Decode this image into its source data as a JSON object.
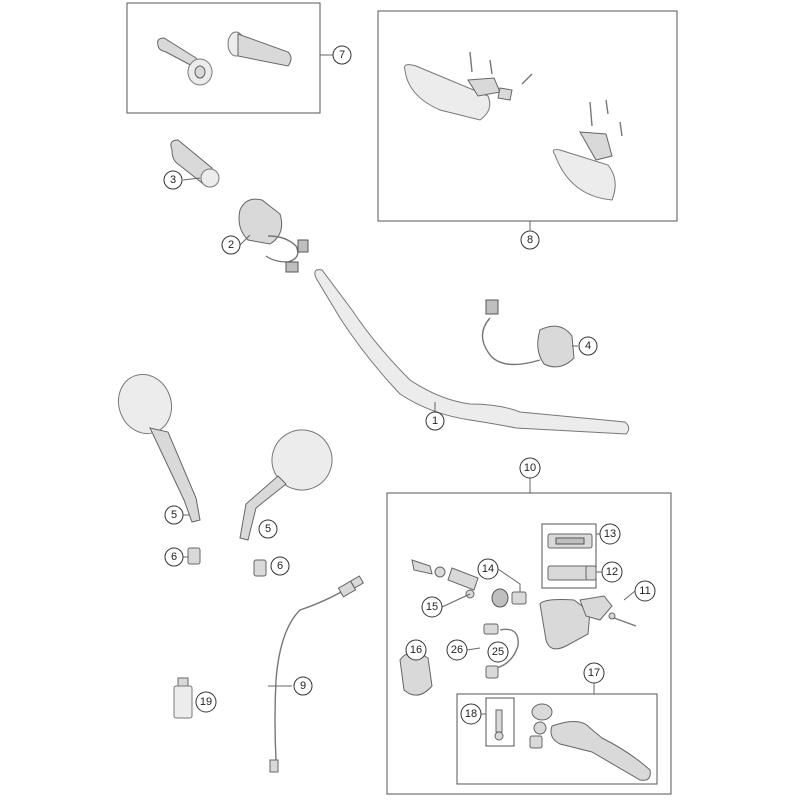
{
  "callouts": {
    "c1": "1",
    "c2": "2",
    "c3": "3",
    "c4": "4",
    "c5a": "5",
    "c5b": "5",
    "c6a": "6",
    "c6b": "6",
    "c7": "7",
    "c8": "8",
    "c9": "9",
    "c10": "10",
    "c11": "11",
    "c12": "12",
    "c13": "13",
    "c14": "14",
    "c15": "15",
    "c16": "16",
    "c17": "17",
    "c18": "18",
    "c19": "19",
    "c25": "25",
    "c26": "26"
  }
}
